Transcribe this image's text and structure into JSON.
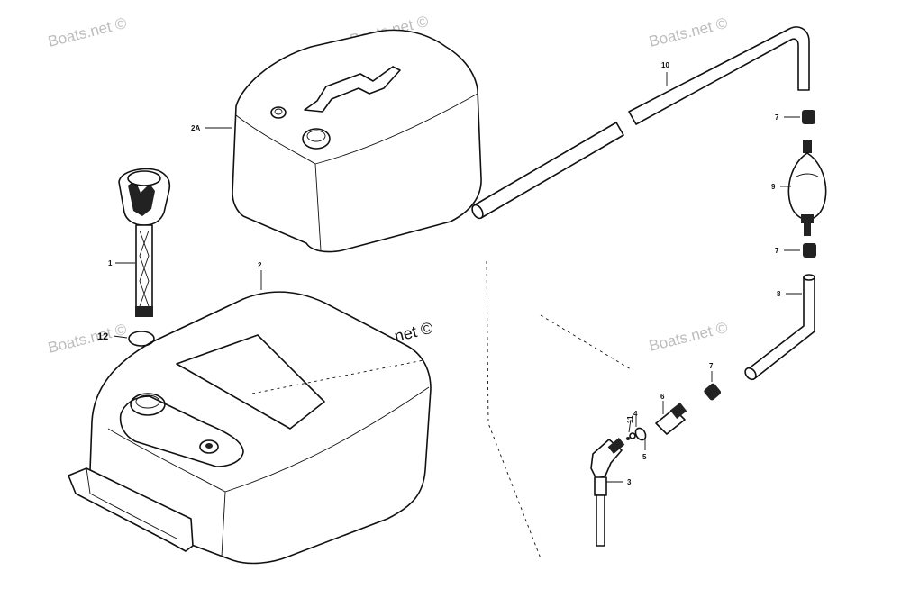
{
  "watermarks": {
    "top_left": "Boats.net ©",
    "top_center": "Boats.net ©",
    "top_right": "Boats.net ©",
    "mid_left": "Boats.net ©",
    "center": "Boats.net ©",
    "mid_right": "Boats.net ©"
  },
  "callouts": {
    "part_1": "1",
    "part_2": "2",
    "part_2a": "2A",
    "part_3": "3",
    "part_4": "4",
    "part_5": "5",
    "part_6": "6",
    "part_7_top": "7",
    "part_7_middle": "7",
    "part_7_lower": "7",
    "part_8": "8",
    "part_9": "9",
    "part_10": "10",
    "part_11": "11",
    "part_12": "12"
  }
}
